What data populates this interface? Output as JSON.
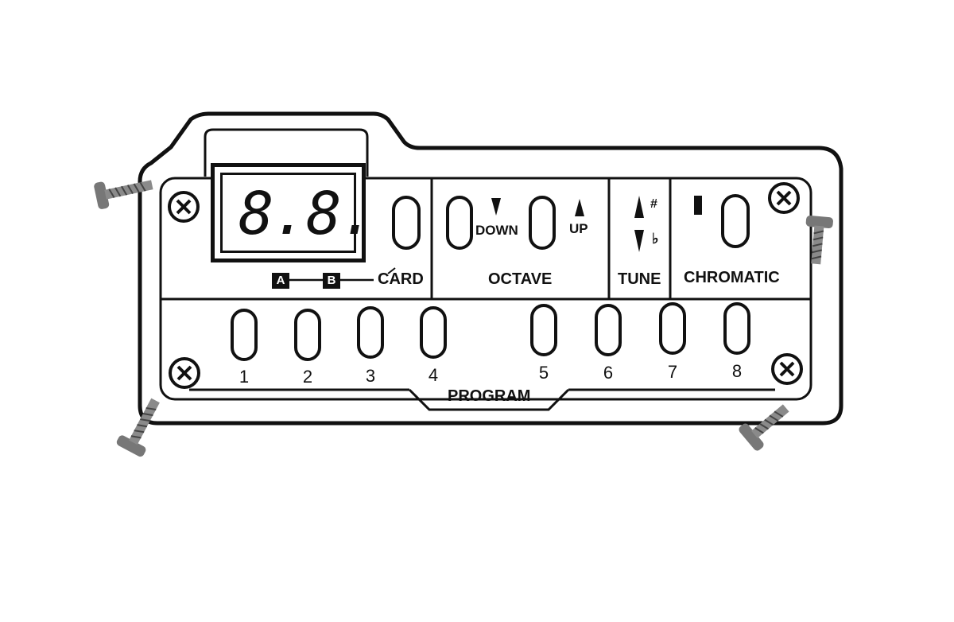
{
  "display": {
    "digits": "8.8."
  },
  "card_section": {
    "box_a": "A",
    "box_b": "B",
    "label": "CARD"
  },
  "octave": {
    "down_label": "DOWN",
    "up_label": "UP",
    "title": "OCTAVE"
  },
  "tune": {
    "sharp_symbol": "#",
    "flat_symbol": "♭",
    "title": "TUNE"
  },
  "chromatic": {
    "title": "CHROMATIC"
  },
  "program": {
    "title": "PROGRAM",
    "buttons": [
      "1",
      "2",
      "3",
      "4",
      "5",
      "6",
      "7",
      "8"
    ]
  },
  "icons": [
    "screw-head-x-icon",
    "loose-screw-icon",
    "triangle-down-icon",
    "triangle-up-icon",
    "led-indicator-icon"
  ]
}
